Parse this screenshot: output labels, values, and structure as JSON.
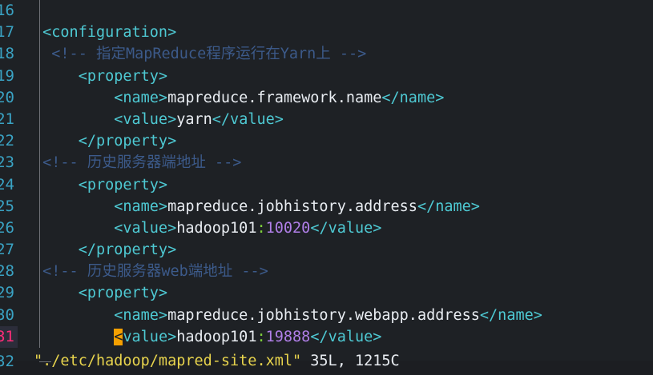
{
  "editor": {
    "name": "vim-editor",
    "background": "#1e2125",
    "gutter_color": "#3aa3c4",
    "current_line_number_color": "#ff2d78",
    "current_line_gutter_bg": "#2c2d3a",
    "cursor_color": "#f5a000",
    "colors": {
      "tag": "#4ec9d3",
      "text": "#e9edf2",
      "comment": "#3c5a8a",
      "number": "#b07fe8",
      "colon": "#7fd13b",
      "status_path": "#e8d44d",
      "status_meta": "#e9edf2",
      "indent_guide": "#6f7177"
    }
  },
  "lines": [
    {
      "number": "16",
      "current": false,
      "tokens": []
    },
    {
      "number": "17",
      "current": false,
      "tokens": [
        {
          "cls": "tag",
          "t": " <configuration>"
        }
      ]
    },
    {
      "number": "18",
      "current": false,
      "tokens": [
        {
          "cls": "comment",
          "t": "  <!-- 指定MapReduce程序运行在Yarn上 -->"
        }
      ]
    },
    {
      "number": "19",
      "current": false,
      "tokens": [
        {
          "cls": "tag",
          "t": "     <property>"
        }
      ]
    },
    {
      "number": "20",
      "current": false,
      "tokens": [
        {
          "cls": "tag",
          "t": "         <name>"
        },
        {
          "cls": "text",
          "t": "mapreduce.framework.name"
        },
        {
          "cls": "tag",
          "t": "</name>"
        }
      ]
    },
    {
      "number": "21",
      "current": false,
      "tokens": [
        {
          "cls": "tag",
          "t": "         <value>"
        },
        {
          "cls": "text",
          "t": "yarn"
        },
        {
          "cls": "tag",
          "t": "</value>"
        }
      ]
    },
    {
      "number": "22",
      "current": false,
      "tokens": [
        {
          "cls": "tag",
          "t": "     </property>"
        }
      ]
    },
    {
      "number": "23",
      "current": false,
      "tokens": [
        {
          "cls": "comment",
          "t": " <!-- 历史服务器端地址 -->"
        }
      ]
    },
    {
      "number": "24",
      "current": false,
      "tokens": [
        {
          "cls": "tag",
          "t": "     <property>"
        }
      ]
    },
    {
      "number": "25",
      "current": false,
      "tokens": [
        {
          "cls": "tag",
          "t": "         <name>"
        },
        {
          "cls": "text",
          "t": "mapreduce.jobhistory.address"
        },
        {
          "cls": "tag",
          "t": "</name>"
        }
      ]
    },
    {
      "number": "26",
      "current": false,
      "tokens": [
        {
          "cls": "tag",
          "t": "         <value>"
        },
        {
          "cls": "text",
          "t": "hadoop101"
        },
        {
          "cls": "colon",
          "t": ":"
        },
        {
          "cls": "num",
          "t": "10020"
        },
        {
          "cls": "tag",
          "t": "</value>"
        }
      ]
    },
    {
      "number": "27",
      "current": false,
      "tokens": [
        {
          "cls": "tag",
          "t": "     </property>"
        }
      ]
    },
    {
      "number": "28",
      "current": false,
      "tokens": [
        {
          "cls": "comment",
          "t": " <!-- 历史服务器web端地址 -->"
        }
      ]
    },
    {
      "number": "29",
      "current": false,
      "tokens": [
        {
          "cls": "tag",
          "t": "     <property>"
        }
      ]
    },
    {
      "number": "30",
      "current": false,
      "tokens": [
        {
          "cls": "tag",
          "t": "         <name>"
        },
        {
          "cls": "text",
          "t": "mapreduce.jobhistory.webapp.address"
        },
        {
          "cls": "tag",
          "t": "</name>"
        }
      ]
    },
    {
      "number": "31",
      "current": true,
      "tokens": [
        {
          "cls": "tag",
          "t": "         "
        },
        {
          "cls": "cursor",
          "t": "<"
        },
        {
          "cls": "tag",
          "t": "value>"
        },
        {
          "cls": "text",
          "t": "hadoop101"
        },
        {
          "cls": "colon",
          "t": ":"
        },
        {
          "cls": "num",
          "t": "19888"
        },
        {
          "cls": "tag",
          "t": "</value>"
        }
      ]
    }
  ],
  "statusline": {
    "number": "32",
    "path": "\"./etc/hadoop/mapred-site.xml\"",
    "meta": " 35L, 1215C"
  }
}
